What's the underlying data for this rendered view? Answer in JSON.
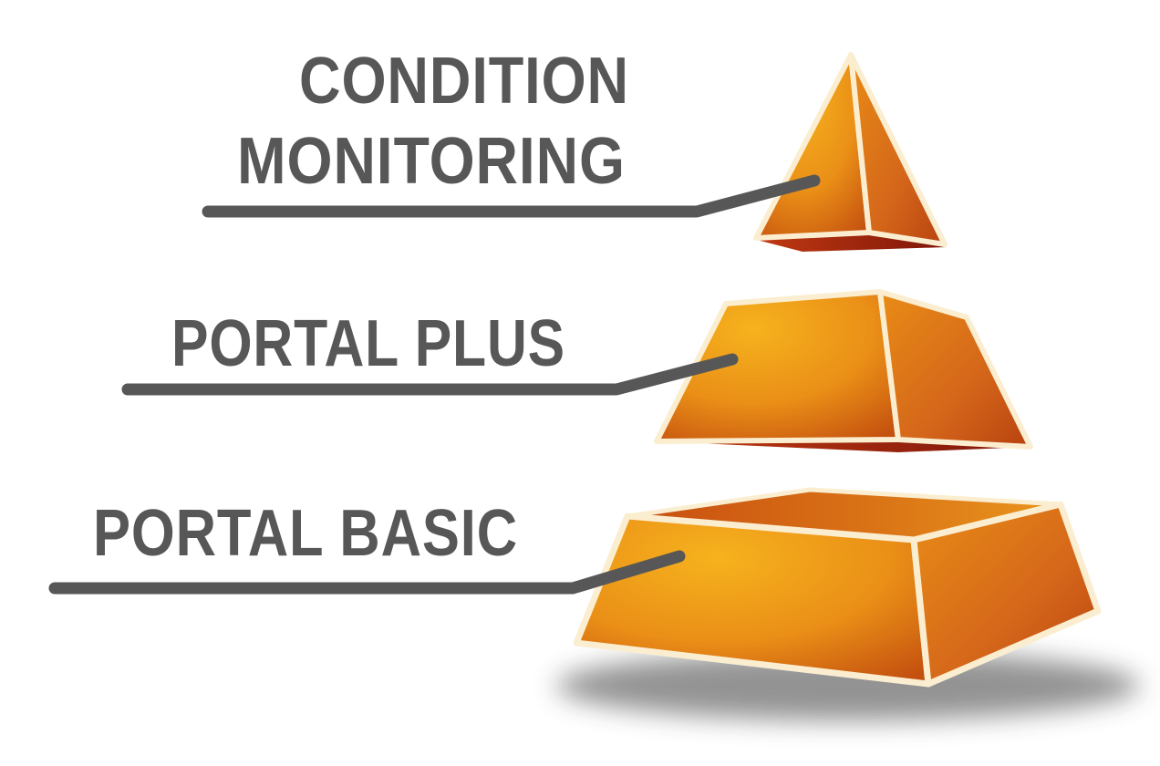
{
  "tiers": [
    {
      "id": "condition-monitoring",
      "lines": [
        "CONDITION",
        "MONITORING"
      ]
    },
    {
      "id": "portal-plus",
      "lines": [
        "PORTAL PLUS"
      ]
    },
    {
      "id": "portal-basic",
      "lines": [
        "PORTAL BASIC"
      ]
    }
  ],
  "colors": {
    "text": "#575757",
    "leader": "#575757",
    "face_light": "#f4a81c",
    "face_mid": "#e07d14",
    "face_dark": "#b9430f",
    "face_darkest": "#8f1e0b",
    "edge": "#fbeed0",
    "shadow": "#3a3a3a"
  }
}
